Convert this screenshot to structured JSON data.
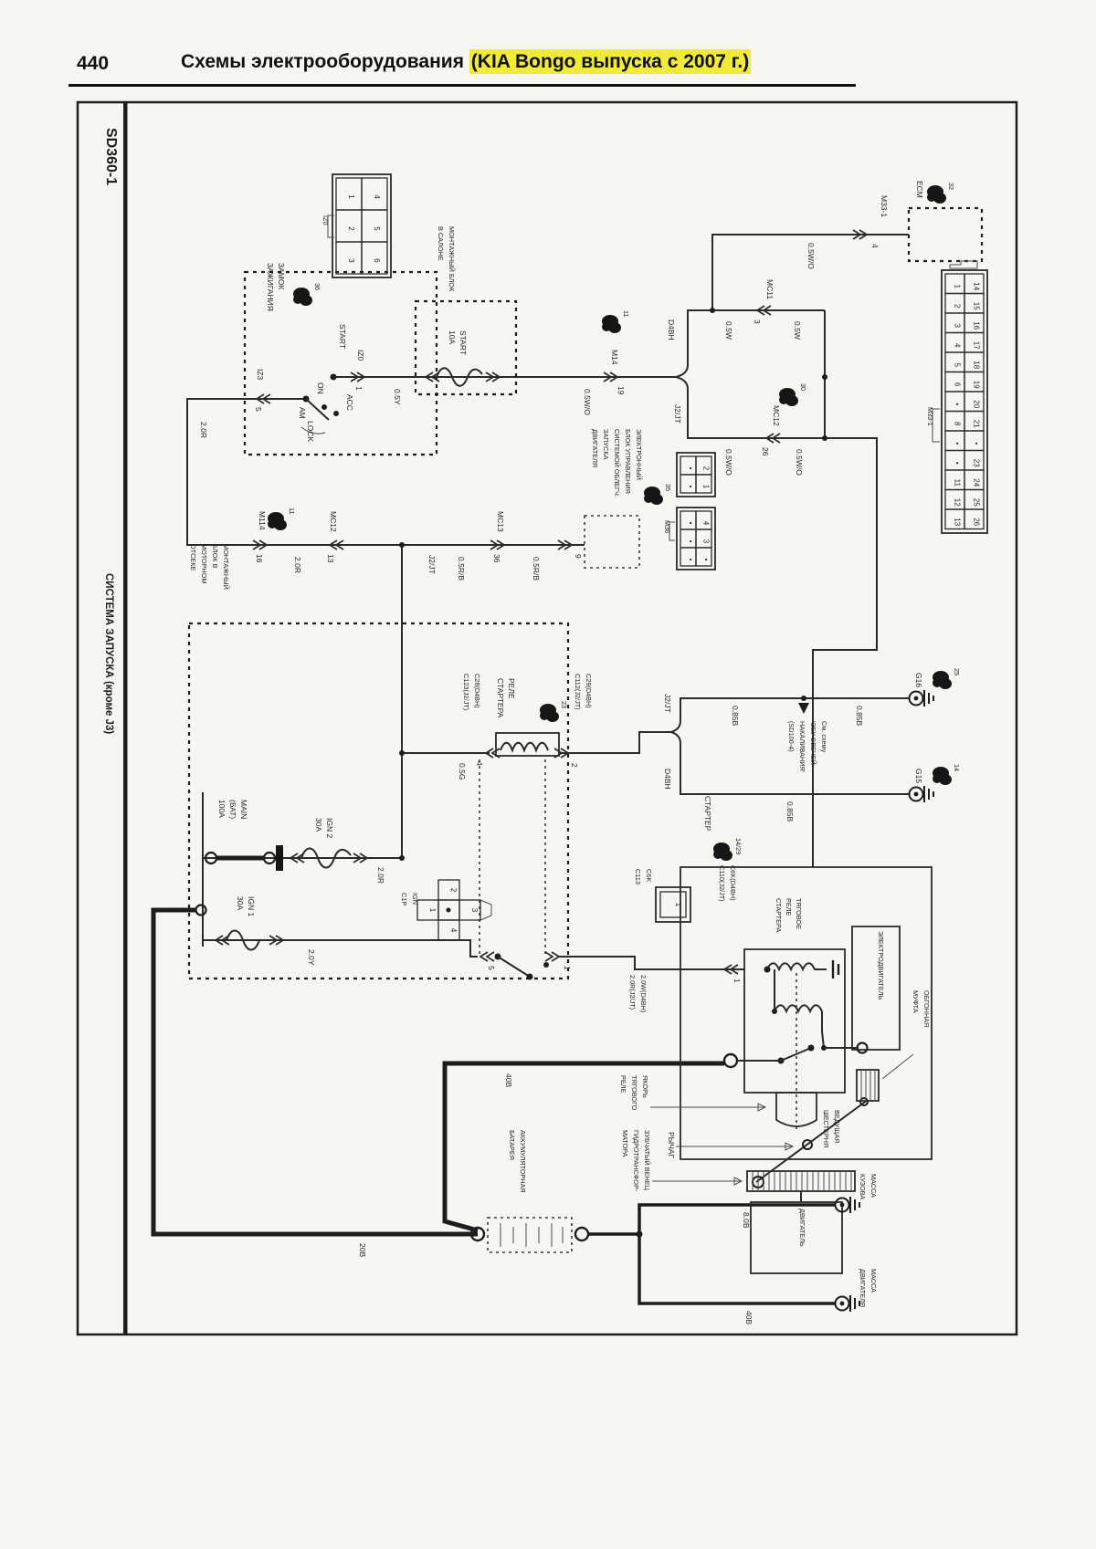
{
  "page": {
    "number": "440",
    "title": "Схемы электрооборудования ",
    "title_highlight": "(KIA Bongo выпуска с 2007 г.)"
  },
  "sidebar": {
    "code": "SD360-1",
    "system": "СИСТЕМА ЗАПУСКА (кроме J3)"
  },
  "labels": {
    "ign_title": [
      "ЗАМОК",
      "ЗАЖИГАНИЯ"
    ],
    "ign_icon_num": "36",
    "sw_am": "AM",
    "sw_start": "START",
    "sw_on": "ON",
    "sw_acc": "ACC",
    "sw_lock": "LOCK",
    "c_iz3": "IZ3",
    "c_iz3_pin": "5",
    "w_20r_a": "2.0R",
    "c_iz0": "IZ0",
    "c_iz0_pin": "1",
    "w_05y": "0.5Y",
    "cabin_box": [
      "МОНТАЖНЫЙ БЛОК",
      "В САЛОНЕ"
    ],
    "f_start": [
      "START",
      "10А"
    ],
    "w_05wo_a": "0.5W/O",
    "c_m14": "M14",
    "c_m14_pin": "19",
    "c_m14_num": "11",
    "br_d4bh": "D4BH",
    "br_j2jt": "J2/JT",
    "w_05w_a": "0.5W",
    "c_mc11": "MC11",
    "c_mc11_pin": "3",
    "w_05w_b": "0.5W",
    "w_05wo_b": "0.5W/O",
    "c_m33": "M33-1",
    "c_m33_pin": "4",
    "ecm": "ECM",
    "ecm_num": "32",
    "g_m33": "M33-1",
    "w_05wo_c": "0.5W/O",
    "c_mc12b": "MC12",
    "c_mc12b_pin": "26",
    "c_mc12b_num": "30",
    "w_05wo_d": "0.5W/O",
    "c_m114": "M114",
    "c_m114_pin": "16",
    "c_m114_num": "11",
    "w_20r_b": "2.0R",
    "c_mc12": "MC12",
    "c_mc12_pin": "13",
    "tag_j2jt": "J2/JT",
    "w_05rb_a": "0.5R/B",
    "c_mc13": "MC13",
    "c_mc13_pin": "36",
    "w_05rb_b": "0.5R/B",
    "c_m36_pin": "9",
    "ecu": [
      "ЭЛЕКТРОННЫЙ",
      "БЛОК УПРАВЛЕНИЯ",
      "СИСТЕМОЙ ОБЛЕГЧ.",
      "ЗАПУСКА",
      "ДВИГАТЕЛЯ"
    ],
    "ecu_num": "35",
    "g_m36": "M36",
    "bay_box": [
      "МОНТАЖНЫЙ",
      "БЛОК В",
      "МОТОРНОМ",
      "ОТСЕКЕ"
    ],
    "f_main": [
      "MAIN",
      "(БАТ)",
      "100А"
    ],
    "f_ign2": [
      "IGN 2",
      "30А"
    ],
    "w_20r_c": "2.0R",
    "f_ign1": [
      "IGN 1",
      "30А"
    ],
    "w_20y": "2.0Y",
    "relay": [
      "РЕЛЕ",
      "СТАРТЕРА"
    ],
    "relay_num": "23",
    "relay_cl": [
      "C28(D4BH)",
      "C123(J2/JT)"
    ],
    "relay_cl_pin": "4",
    "w_05g": "0.5G",
    "relay_cr": [
      "C29(D4BH)",
      "C112(J2/JT)"
    ],
    "relay_cr_pin": "2",
    "sock": [
      "IGN",
      "C1P"
    ],
    "sock_t": "2",
    "sock_l": "1",
    "sock_r": "3",
    "sock_b": "4",
    "cont_pin5": "5",
    "cont_pin1": "1",
    "w_2wd": [
      "2.0W(D4BH)",
      "2.0R(J2/JT)"
    ],
    "c113": [
      "C6K",
      "C113"
    ],
    "c113_pin": "1",
    "split2_j2jt": "J2/JT",
    "split2_d4bh": "D4BH",
    "w_085b_a": "0.85B",
    "w_085b_b": "0.85B",
    "w_085b_c": "0.85B",
    "note": [
      "См. схему",
      "'ЭБУ СВЕЧЕЙ",
      "НАКАЛИВАНИЯ'",
      "(SD100-4)"
    ],
    "g16": "G16",
    "g16_num": "25",
    "g15": "G15",
    "g15_num": "14",
    "starter": "СТАРТЕР",
    "starter_num": "14/29",
    "sol": [
      "ТЯГОВОЕ",
      "РЕЛЕ",
      "СТАРТЕРА"
    ],
    "sol_conn": [
      "C6K(D4BH)",
      "C110(J2/JT)"
    ],
    "sol_pin": "1",
    "motor": "ЭЛЕКТРОДВИГАТЕЛЬ",
    "w_40b": "40B",
    "plunger": [
      "ЯКОРЬ",
      "ТЯГОВОГО",
      "РЕЛЕ"
    ],
    "lever": "РЫЧАГ",
    "ring": [
      "ЗУБЧАТЫЙ ВЕНЕЦ",
      "ГИДРОТРАНСФОР-",
      "МАТОРА"
    ],
    "engine": "ДВИГАТЕЛЬ",
    "clutch": [
      "ОБГОННАЯ",
      "МУФТА"
    ],
    "pinion": [
      "ВЕДУЩАЯ",
      "ШЕСТЕРНЯ"
    ],
    "battery": [
      "АККУМУЛЯТОРНАЯ",
      "БАТАРЕЯ"
    ],
    "w_20b": "20B",
    "mass1": [
      "МАССА",
      "КУЗОВА"
    ],
    "w_80b": "8.0B",
    "mass2": [
      "МАССА",
      "ДВИГАТЕЛЯ"
    ],
    "w_40b2": "40B"
  },
  "grids": {
    "iz0": [
      [
        "1",
        "4"
      ],
      [
        "2",
        "5"
      ],
      [
        "3",
        "6"
      ]
    ],
    "m36a": [
      [
        "•",
        "2"
      ],
      [
        "•",
        "1"
      ]
    ],
    "m36b": [
      [
        "•",
        "4"
      ],
      [
        "•",
        "3"
      ],
      [
        "•",
        "•"
      ]
    ],
    "m33": [
      [
        "1",
        "14"
      ],
      [
        "2",
        "15"
      ],
      [
        "3",
        "16"
      ],
      [
        "4",
        "17"
      ],
      [
        "5",
        "18"
      ],
      [
        "6",
        "19"
      ],
      [
        "•",
        "20"
      ],
      [
        "8",
        "21"
      ],
      [
        "•",
        "•"
      ],
      [
        "•",
        "23"
      ],
      [
        "11",
        "24"
      ],
      [
        "12",
        "25"
      ],
      [
        "13",
        "26"
      ]
    ]
  }
}
